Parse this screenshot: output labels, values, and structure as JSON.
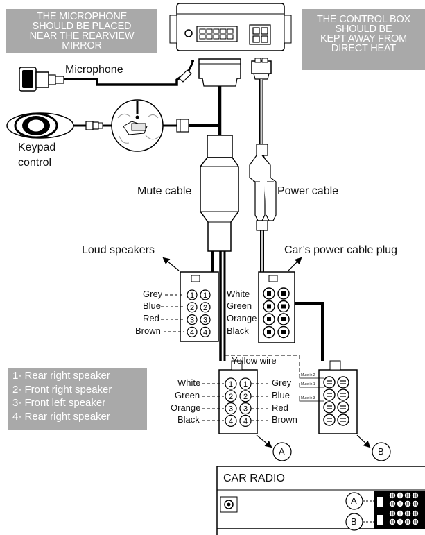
{
  "notes": {
    "microphone": [
      "THE MICROPHONE",
      "SHOULD BE PLACED",
      "NEAR THE REARVIEW",
      "MIRROR"
    ],
    "control_box": [
      "THE CONTROL BOX",
      "SHOULD BE",
      "KEPT AWAY FROM",
      "DIRECT HEAT"
    ]
  },
  "labels": {
    "microphone": "Microphone",
    "keypad_line1": "Keypad",
    "keypad_line2": "control",
    "mute_cable": "Mute cable",
    "power_cable": "Power cable",
    "loud_speakers": "Loud speakers",
    "power_plug": "Car’s power cable plug",
    "yellow_wire": "Yellow wire",
    "car_radio": "CAR RADIO",
    "callout_a": "A",
    "callout_b": "B",
    "mute_in_2": "Mute in 2",
    "mute_in_1": "Mute in 1",
    "mute_in_3": "Mute in 3",
    "mute_2_suffix": "2",
    "mute_1_suffix": "1",
    "mute_3_suffix": "3"
  },
  "speaker_connector": {
    "left_colors": [
      "Grey",
      "Blue",
      "Red",
      "Brown"
    ],
    "right_colors": [
      "White",
      "Green",
      "Orange",
      "Black"
    ],
    "pins": [
      "1",
      "2",
      "3",
      "4"
    ]
  },
  "radio_connector": {
    "left_colors": [
      "White",
      "Green",
      "Orange",
      "Black"
    ],
    "right_colors": [
      "Grey",
      "Blue",
      "Red",
      "Brown"
    ],
    "pins": [
      "1",
      "2",
      "3",
      "4"
    ]
  },
  "legend": [
    "1- Rear right speaker",
    "2- Front right speaker",
    "3- Front left speaker",
    "4- Rear right speaker"
  ],
  "colors": {
    "note_background": "#a9a9a9",
    "cable": "#000000",
    "cable_gray": "#cfcfcf"
  }
}
